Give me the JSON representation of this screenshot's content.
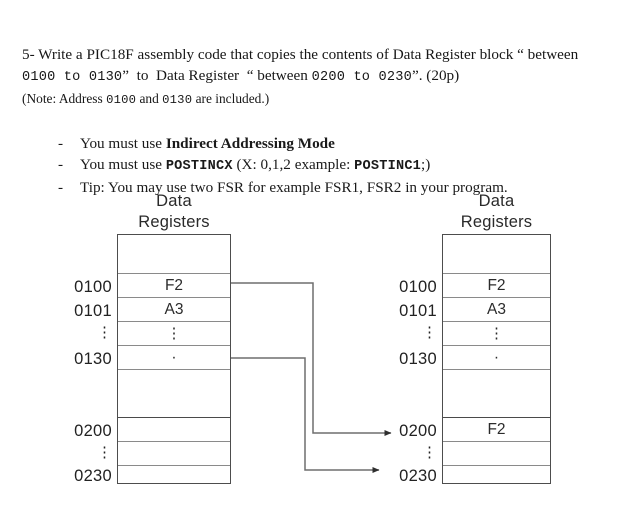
{
  "question": {
    "line1_a": "5- Write a PIC18F assembly code that copies the contents of Data Register block “ between",
    "line2_a": "0100 to 0130",
    "line2_b": "”  to  Data Register  “ between ",
    "line2_c": "0200 to 0230",
    "line2_d": "”. (20p)",
    "note_a": "(Note: Address ",
    "note_b": "0100",
    "note_c": " and ",
    "note_d": "0130",
    "note_e": " are included.)"
  },
  "requirements": [
    {
      "dash": "-",
      "prefix": "You must use ",
      "bold": "Indirect Addressing Mode",
      "suffix": ""
    },
    {
      "dash": "-",
      "prefix": "You must use  ",
      "mono": "POSTINCX",
      "mid": " (X: 0,1,2 example: ",
      "mono2": "POSTINC1",
      "suffix": ";)"
    },
    {
      "dash": "-",
      "prefix": "Tip: You may use two FSR for example FSR1, FSR2 in your program.",
      "bold": "",
      "suffix": ""
    }
  ],
  "diagram": {
    "left_table": {
      "title_line1": "Data",
      "title_line2": "Registers",
      "rows": [
        {
          "addr": "",
          "value": ""
        },
        {
          "addr": "0100",
          "value": "F2"
        },
        {
          "addr": "0101",
          "value": "A3"
        },
        {
          "addr": "⋮",
          "value": "⋮"
        },
        {
          "addr": "0130",
          "value": "·"
        },
        {
          "addr": "",
          "value": ""
        },
        {
          "addr": "0200",
          "value": ""
        },
        {
          "addr": "⋮",
          "value": ""
        },
        {
          "addr": "0230",
          "value": ""
        }
      ]
    },
    "right_table": {
      "title_line1": "Data",
      "title_line2": "Registers",
      "rows": [
        {
          "addr": "",
          "value": ""
        },
        {
          "addr": "0100",
          "value": "F2"
        },
        {
          "addr": "0101",
          "value": "A3"
        },
        {
          "addr": "⋮",
          "value": "⋮"
        },
        {
          "addr": "0130",
          "value": "·"
        },
        {
          "addr": "",
          "value": ""
        },
        {
          "addr": "0200",
          "value": "F2"
        },
        {
          "addr": "⋮",
          "value": ""
        },
        {
          "addr": "0230",
          "value": ""
        }
      ]
    },
    "arrows": [
      {
        "from": "0100",
        "to": "0200"
      },
      {
        "from": "0130",
        "to": "0230"
      }
    ]
  },
  "colors": {
    "background": "#ffffff",
    "text": "#171717",
    "table_border": "#4d4d4d",
    "row_line": "#8a8a8a",
    "arrow": "#3a3a3a"
  }
}
